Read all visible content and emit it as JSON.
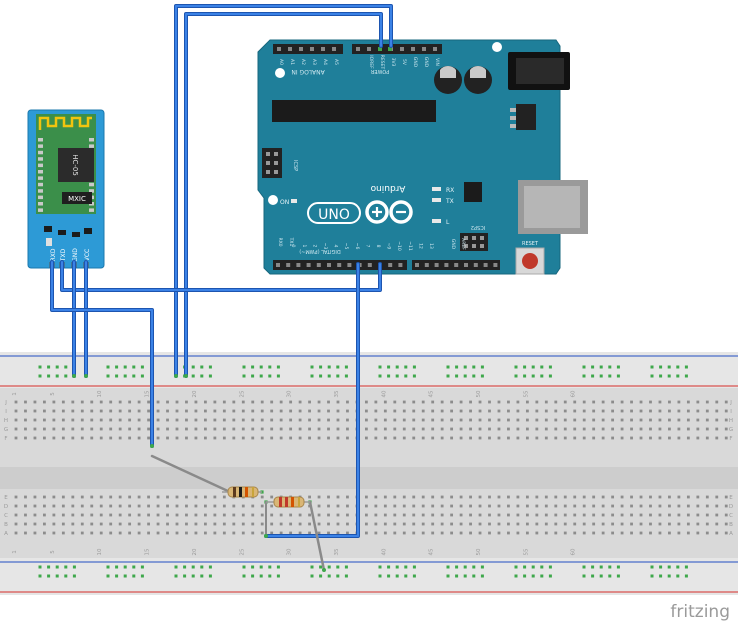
{
  "arduino": {
    "brand": "Arduino",
    "model": "UNO",
    "on_label": "ON",
    "rx_label": "RX",
    "tx_label": "TX",
    "l_label": "L",
    "reset_label": "RESET",
    "aref_label": "AREF",
    "gnd_label": "GND",
    "icsp_label": "ICSP",
    "icsp2_label": "ICSP2",
    "digital_label": "DIGITAL (PWM~)",
    "analog_label": "ANALOG IN",
    "power_label": "POWER",
    "ioref_label": "IOREF",
    "power_pins": [
      "RESET",
      "3V3",
      "5V",
      "GND",
      "GND",
      "VIN"
    ],
    "analog_pins": [
      "A0",
      "A1",
      "A2",
      "A3",
      "A4",
      "A5"
    ],
    "digital_pins": [
      "0",
      "1",
      "2",
      "~3",
      "4",
      "~5",
      "~6",
      "7",
      "8",
      "~9",
      "~10",
      "~11",
      "12",
      "13"
    ],
    "rx0_label": "RX0",
    "tx1_label": "TX1"
  },
  "module": {
    "name": "HC-05",
    "chip": "MXIC",
    "pins": [
      "RXD",
      "TXD",
      "GND",
      "VCC"
    ]
  },
  "breadboard": {
    "top_row_letters": [
      "J",
      "I",
      "H",
      "G",
      "F"
    ],
    "bottom_row_letters": [
      "E",
      "D",
      "C",
      "B",
      "A"
    ],
    "column_numbers": [
      "1",
      "5",
      "10",
      "15",
      "20",
      "25",
      "30",
      "35",
      "40",
      "45",
      "50",
      "55",
      "60"
    ]
  },
  "watermark": "fritzing",
  "colors": {
    "board": "#1f7f9a",
    "wire": "#2a6fd1",
    "module": "#2d9ad6",
    "pcb_green": "#3b8f4a",
    "rail_red": "#d9534f",
    "rail_blue": "#4a6cc9"
  }
}
